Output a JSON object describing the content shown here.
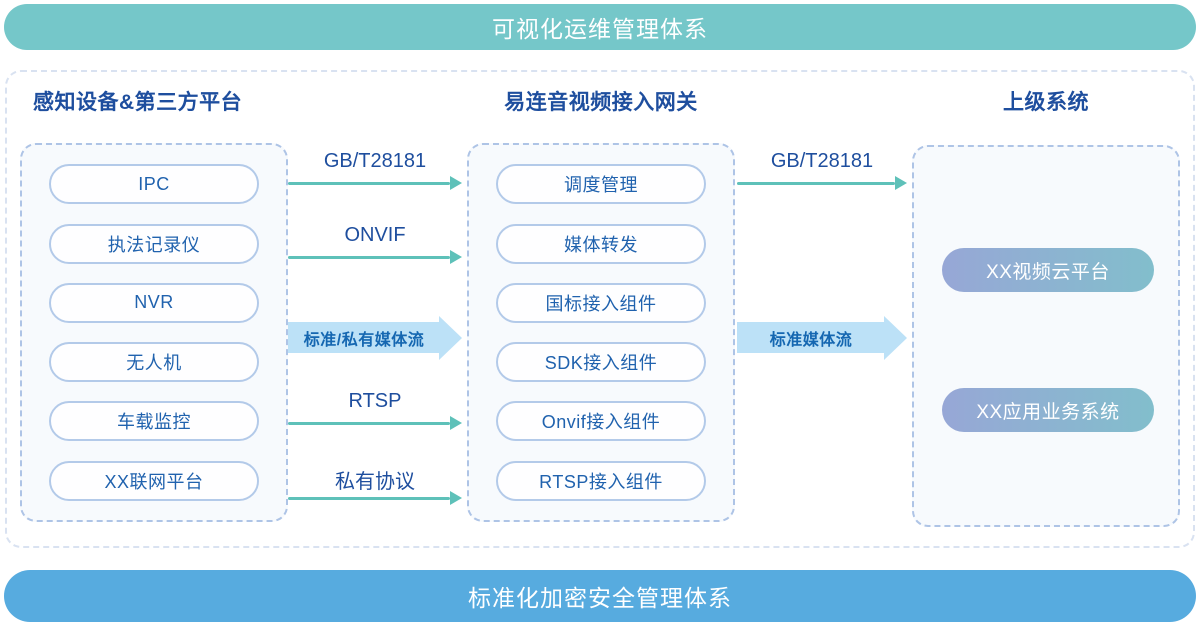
{
  "banners": {
    "top": "可视化运维管理体系",
    "bottom": "标准化加密安全管理体系"
  },
  "columns": {
    "devices": {
      "title": "感知设备&第三方平台",
      "items": [
        "IPC",
        "执法记录仪",
        "NVR",
        "无人机",
        "车载监控",
        "XX联网平台"
      ]
    },
    "gateway": {
      "title": "易连音视频接入网关",
      "items": [
        "调度管理",
        "媒体转发",
        "国标接入组件",
        "SDK接入组件",
        "Onvif接入组件",
        "RTSP接入组件"
      ]
    },
    "upper": {
      "title": "上级系统",
      "items": [
        "XX视频云平台",
        "XX应用业务系统"
      ]
    }
  },
  "arrows": {
    "left_to_gateway": {
      "gbt": "GB/T28181",
      "onvif": "ONVIF",
      "media_band": "标准/私有媒体流",
      "rtsp": "RTSP",
      "private": "私有协议"
    },
    "gateway_to_upper": {
      "gbt": "GB/T28181",
      "media_band": "标准媒体流"
    }
  },
  "colors": {
    "top_banner": "#75C7C9",
    "bottom_banner": "#57ABDF",
    "heading_text": "#1E4E9E",
    "pill_border": "#B3CAE9",
    "pill_text": "#2062AE",
    "group_box_border": "#AEC4E6",
    "group_box_bg": "#F7FAFD",
    "outer_frame_border": "#D9E2F1",
    "flow_arrow": "#5EC1B9",
    "band_arrow_fill": "#BCE1F7",
    "band_arrow_text": "#1567B1",
    "gradient_pill_start": "#97A7D6",
    "gradient_pill_end": "#82BECC"
  }
}
